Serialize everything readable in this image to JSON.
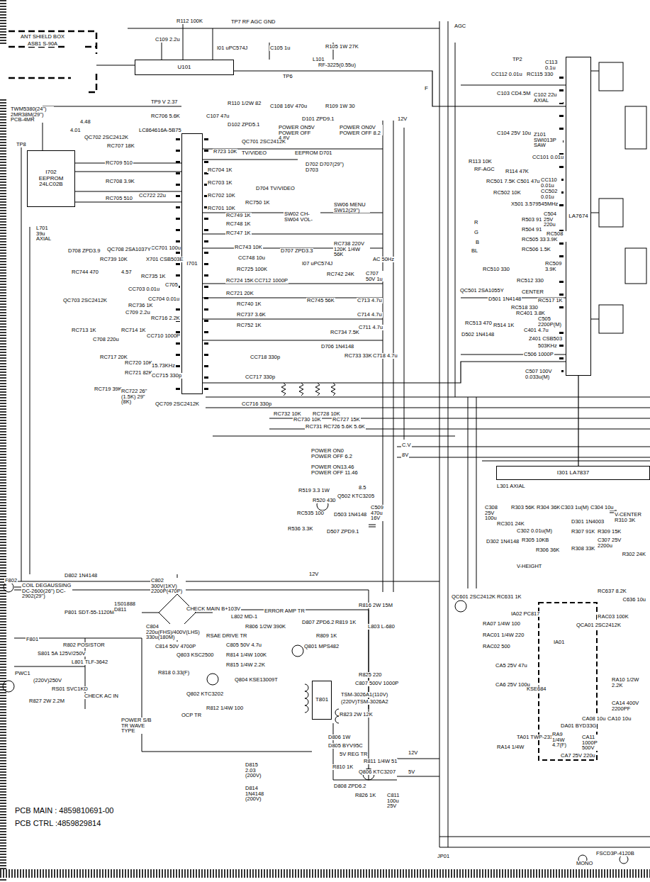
{
  "diagram": {
    "nodes": [
      {
        "text": [
          "U101"
        ]
      },
      {
        "text": [
          "I701"
        ]
      },
      {
        "text": [
          "I702",
          "EEPROM 24LC02B"
        ]
      },
      {
        "text": [
          "LA7674"
        ]
      },
      {
        "text": [
          "I301 LA7837"
        ]
      },
      {
        "text": [
          "T801"
        ]
      }
    ],
    "edges": [
      {
        "from": 0,
        "to": 3,
        "label": "F",
        "arrow": "none"
      },
      {
        "from": 1,
        "to": 2,
        "arrow": "none"
      },
      {
        "from": 1,
        "to": 3,
        "arrow": "none"
      },
      {
        "from": 3,
        "to": 4,
        "arrow": "none"
      }
    ],
    "labels": [
      "ANT SHIELD BOX",
      "ASB1 S-90A",
      "R112 100K",
      "C109 2.2u",
      "TP7 RF AGC GND",
      "I01 uPC574J",
      "C105 1u",
      "R105 1W 27K",
      "L101",
      "RF-3225(0.55u)",
      "TP6",
      "TWM5380(24\") 2MR38M(29\") PCB-4MR",
      "4.48",
      "4.01",
      "TP9 V 2.37",
      "RC706 5.6K",
      "C107 47u",
      "R110 1/2W 82",
      "D102 ZPD5.1",
      "C108 16V 470u",
      "D101 ZPD9.1",
      "R109 1W 30",
      "LC864616A-5B75",
      "POWER ON5V POWER OFF 4.8V",
      "POWER ON0V POWER OFF 8.2",
      "12V",
      "QC702 2SC2412K",
      "RC707 18K",
      "TP8",
      "QC701 2SC2412K",
      "R723 10K",
      "TV/VIDEO",
      "EEPROM D701",
      "RC709 510",
      "RC708 3.9K",
      "RC705 510",
      "RC704 1K",
      "RC703 1K",
      "RC702 10K",
      "RC701 10K",
      "CC722 22u",
      "D702 D707(29\") D703",
      "D704 TV/VIDEO",
      "RC750 1K",
      "RC749 1K",
      "RC748 1K",
      "SW02 CH- SW04 VOL-",
      "SW06 MENU SW12(29\")",
      "RC747 1K",
      "L701 39u AXIAL",
      "CC701 100u",
      "X701 CSB503E",
      "D708 ZPD3.9",
      "QC708 2SA1037Y",
      "RC739 10K",
      "RC744 470",
      "4.57",
      "RC743 10K",
      "D707 ZPD3.3",
      "CC748 10u",
      "RC725 100K",
      "I07 uPC574J",
      "RC738 220V 120K 1/4W 56K",
      "AC 50Hz",
      "RC724 15K",
      "CC712 1000P",
      "RC742 24K",
      "C707 50V 1u",
      "RC721 20K",
      "RC735 1K",
      "C705",
      "CC703 0.01u",
      "CC704 0.01u",
      "RC736 1K",
      "QC703 2SC2412K",
      "RC740 1K",
      "RC737 3.6K",
      "RC752 1K",
      "RC745 56K",
      "C713 4.7u",
      "C714 4.7u",
      "C711 4.7u",
      "RC713 1K",
      "RC714 1K",
      "RC716 2.2K",
      "C709 2.2u",
      "CC710 1000P",
      "C708 220u",
      "RC734 7.5K",
      "RC733 33K",
      "D706 1N4148",
      "C718 4.7u",
      "RC717 20K",
      "RC720 10K",
      "RC721 82K",
      "15.73KHz",
      "CC715 330p",
      "RC719 39K",
      "RC722 26\"(1.5K) 29\"(8K)",
      "QC709 2SC2412K",
      "CC718 330p",
      "CC717 330p",
      "CC716 330p",
      "RC732 10K",
      "RC730 10K",
      "RC728 10K",
      "RC727 15K",
      "RC731 RC726 5.6K 5.6K",
      "POWER ON0 POWER OFF 6.2",
      "POWER ON13.46 POWER OFF 11.46",
      "R519 3.3 1W",
      "R520 430",
      "Q502 KTC3205",
      "8.5",
      "RC535 100",
      "D503 1N4148",
      "C509 470u 16V",
      "R536 3.3K",
      "D507 ZPD9.1",
      "C.V",
      "8V",
      "12V",
      "D802 1N4148",
      "F802",
      "COIL DEGAUSSING DC-2600(26\") DC-2902(29\")",
      "P801 SDT-55-1120M",
      "1S01888 D811",
      "C802 300V(1KV) 2200P(470P)",
      "CHECK MAIN B+103V",
      "C804 220u(FHS)/400V(LHS) 330u(180M)",
      "L802 MD-1",
      "ERROR AMP TR",
      "R806 1/2W 390K",
      "D807 ZPD6.2",
      "R819 1K",
      "R816 2W 15M",
      "L803 L-680",
      "R809 1K",
      "Q801 MPS482",
      "F801",
      "R802 POSISTOR",
      "S801 5A 125V/250V",
      "L801 TLF-3642",
      "(220V)250V",
      "RS01 SVC1KD",
      "R827 2W 2.2M",
      "CHECK AC IN",
      "PWC1",
      "C814 50V 4700P",
      "Q803 KSC2500",
      "R818 0.33(F)",
      "RSAE DRIVE TR",
      "C805 50V 4.7u",
      "R814 1/4W 100K",
      "R815 1/4W 2.2K",
      "Q804 KSE13009T",
      "Q802 KTC3202",
      "OCP TR",
      "R812 1/4W 100",
      "POWER S/B TR WAVE TYPE",
      "D815 2.03 (200V)",
      "D814 1N4148 (200V)",
      "TSM-3026A1(110V)",
      "(220V)TSM-3026A2",
      "R823 2W 12K",
      "R825 220",
      "C807 500V 1000P",
      "D806 1W",
      "D805 BYV95C",
      "5V REG TR",
      "R810 1K",
      "R811 1/4W 51",
      "Q806 KTC3207",
      "12V",
      "5V",
      "D808 ZPD6.2",
      "R826 1K",
      "C811 100u 25V",
      "PCB MAIN : 4859810691-00",
      "PCB CTRL :4859829814",
      "JP01",
      "FSCD3P-4120B",
      "MONO",
      "AGC",
      "TP2",
      "CC112 0.01u",
      "RC115 330",
      "C113 0.1u",
      "C103 CD4.5M",
      "C102 22u AXIAL",
      "C104 25V 10u",
      "Z101 SWI013P SAW",
      "CC101 0.01u",
      "R113 10K",
      "RF-AGC",
      "R114 47K",
      "RC501 7.5K",
      "C501 47u",
      "CC110 0.01u",
      "RC502 10K",
      "CC502 0.01u",
      "X501 3.579545MHz",
      "R503 91",
      "R504 91",
      "RC505 330",
      "RC506 1.5K",
      "C504 25V 220u",
      "RC508 3.9K",
      "RC509 3.9K",
      "R",
      "G",
      "B",
      "BL",
      "RC510 330",
      "RC512 330",
      "QC501 2SA1055Y",
      "D501 1N4148",
      "CENTER",
      "RC518 330",
      "RC517 1K",
      "RC513 470",
      "R514 1K",
      "RC401 3.8K",
      "C401 4.7u",
      "C505 2200P(M)",
      "Z401 CSB503",
      "503KHz",
      "C506 1000P",
      "C507 100V 0.033u(M)",
      "D502 1N4148",
      "L301 AXIAL",
      "C308 25V 100u",
      "R303 56K",
      "R304 36K",
      "C303 1u(M)",
      "C304 10u",
      "RC301 24K",
      "C302 0.01u(M)",
      "D302 1N4148",
      "R305 10KB",
      "R306 36K",
      "V-HEIGHT",
      "D301 1N4003",
      "R307 91K",
      "R309 15K",
      "R308 33K",
      "C307 25V 2200u",
      "R302 24K",
      "V-CENTER R310 3K",
      "QC601 2SC2412K",
      "RC631 1K",
      "RC637 8.2K",
      "C636 10u",
      "IA02 PC817",
      "RA07 1/4W 100",
      "RAC01 1/4W 220",
      "RAC02 500",
      "RAC03 100K",
      "QCA01 2SC2412K",
      "IA01",
      "CA5 25V 47u",
      "CA6 25V 100u",
      "KSE684",
      "RA10 1/2W 2.2K",
      "CA14 400V 2200PF",
      "CA08 10u",
      "CA10 10u",
      "DA01 BYD33G",
      "TA01 TWP-231",
      "RA9 1/4W 4.7(F)",
      "CA11 1000P 500V",
      "CA7 25V 220u",
      "RA14 1/4W"
    ]
  }
}
